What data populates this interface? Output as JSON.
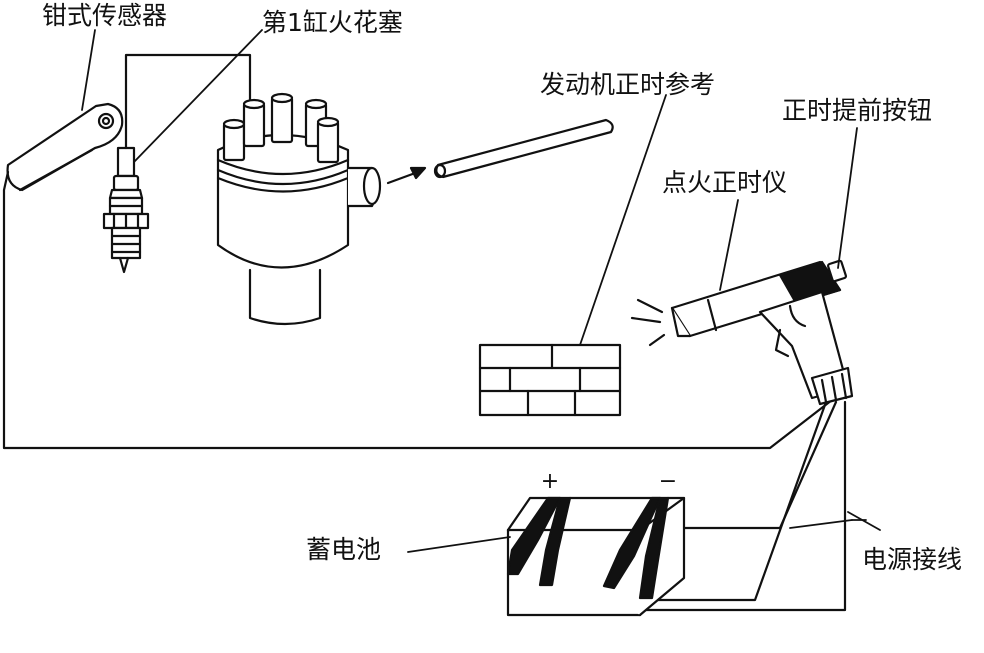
{
  "labels": {
    "clamp_sensor": "钳式传感器",
    "cyl1_spark_plug": "第1缸火花塞",
    "engine_timing_ref": "发动机正时参考",
    "timing_advance_button": "正时提前按钮",
    "timing_light": "点火正时仪",
    "battery": "蓄电池",
    "power_leads": "电源接线"
  },
  "battery_terminals": {
    "positive": "+",
    "negative": "−"
  }
}
